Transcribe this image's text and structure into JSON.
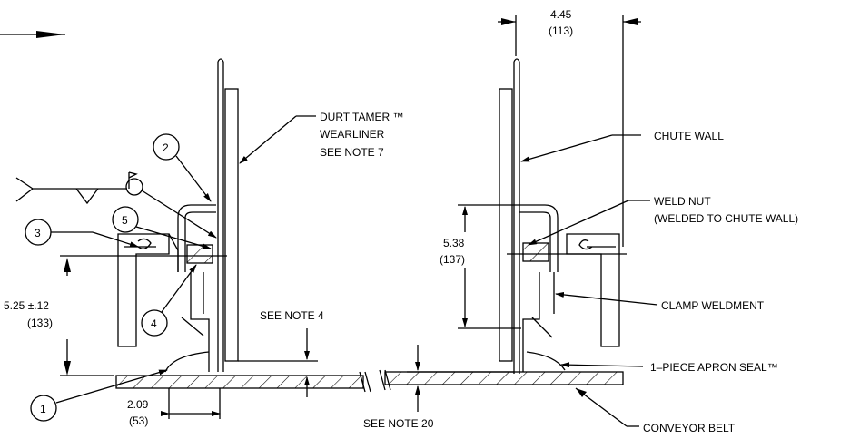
{
  "labels": {
    "durt_tamer_1": "DURT TAMER ™",
    "durt_tamer_2": "WEARLINER",
    "durt_tamer_3": "SEE NOTE 7",
    "chute_wall": "CHUTE WALL",
    "weld_nut_1": "WELD NUT",
    "weld_nut_2": "(WELDED TO CHUTE WALL)",
    "clamp_weldment": "CLAMP WELDMENT",
    "apron_seal": "1–PIECE APRON SEAL™",
    "conveyor_belt": "CONVEYOR BELT",
    "see_note_4": "SEE NOTE 4",
    "see_note_20": "SEE NOTE 20"
  },
  "dimensions": {
    "top_width": "4.45",
    "top_width_mm": "(113)",
    "clamp_height": "5.38",
    "clamp_height_mm": "(137)",
    "mount_height": "5.25 ±.12",
    "mount_height_mm": "(133)",
    "offset": "2.09",
    "offset_mm": "(53)"
  },
  "balloons": [
    "1",
    "2",
    "3",
    "4",
    "5"
  ]
}
